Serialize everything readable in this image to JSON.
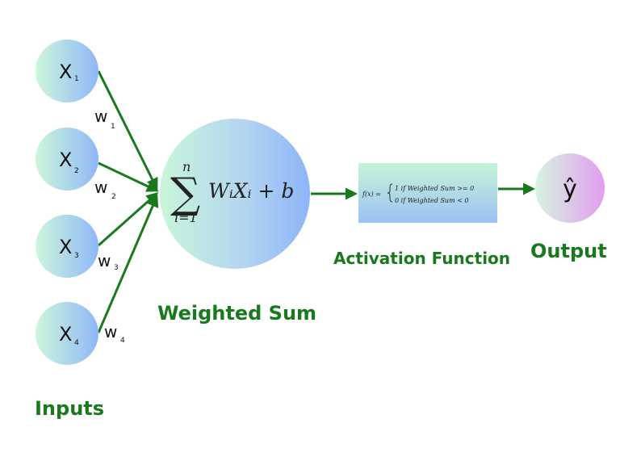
{
  "inputs": {
    "label": "Inputs",
    "nodes": [
      {
        "letter": "X",
        "sub": "1"
      },
      {
        "letter": "X",
        "sub": "2"
      },
      {
        "letter": "X",
        "sub": "3"
      },
      {
        "letter": "X",
        "sub": "4"
      }
    ]
  },
  "weights": [
    {
      "letter": "w",
      "sub": "1"
    },
    {
      "letter": "w",
      "sub": "2"
    },
    {
      "letter": "w",
      "sub": "3"
    },
    {
      "letter": "w",
      "sub": "4"
    }
  ],
  "weighted_sum": {
    "label": "Weighted Sum",
    "sigma": "∑",
    "upper": "n",
    "lower": "i=1",
    "expr": "WᵢXᵢ + b"
  },
  "activation": {
    "label": "Activation Function",
    "fx": "f(x) =",
    "case1": "1   if Weighted Sum >= 0",
    "case2": "0   if Weighted Sum < 0"
  },
  "output": {
    "label": "Output",
    "symbol": "ŷ"
  },
  "colors": {
    "arrow": "#187a1c",
    "label": "#187a1c",
    "gradient_start": "#c8f5d8",
    "gradient_blue": "#8fb7f7",
    "gradient_pink": "#e59ff0"
  }
}
